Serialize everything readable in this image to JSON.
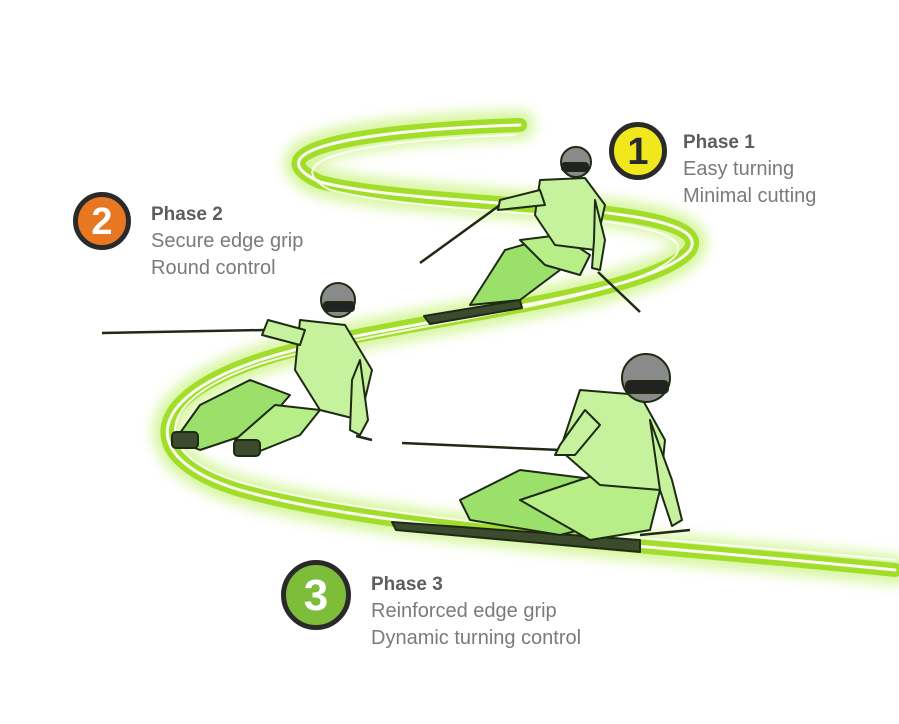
{
  "phases": [
    {
      "number": "1",
      "title": "Phase 1",
      "lines": [
        "Easy turning",
        "Minimal cutting"
      ],
      "badge_color": "#f0e81c",
      "number_color": "#2a2a2a"
    },
    {
      "number": "2",
      "title": "Phase 2",
      "lines": [
        "Secure edge grip",
        "Round control"
      ],
      "badge_color": "#e87722",
      "number_color": "#ffffff"
    },
    {
      "number": "3",
      "title": "Phase 3",
      "lines": [
        "Reinforced edge grip",
        "Dynamic turning control"
      ],
      "badge_color": "#7dbd3a",
      "number_color": "#ffffff"
    }
  ],
  "colors": {
    "trail": "#8fd400",
    "skier_fill": "#9be06a",
    "skier_outline": "#1e2a14",
    "helmet": "#8a8a8a"
  },
  "icons": {
    "trail": "ski-trail-swoosh",
    "skier": "skier-illustration"
  }
}
